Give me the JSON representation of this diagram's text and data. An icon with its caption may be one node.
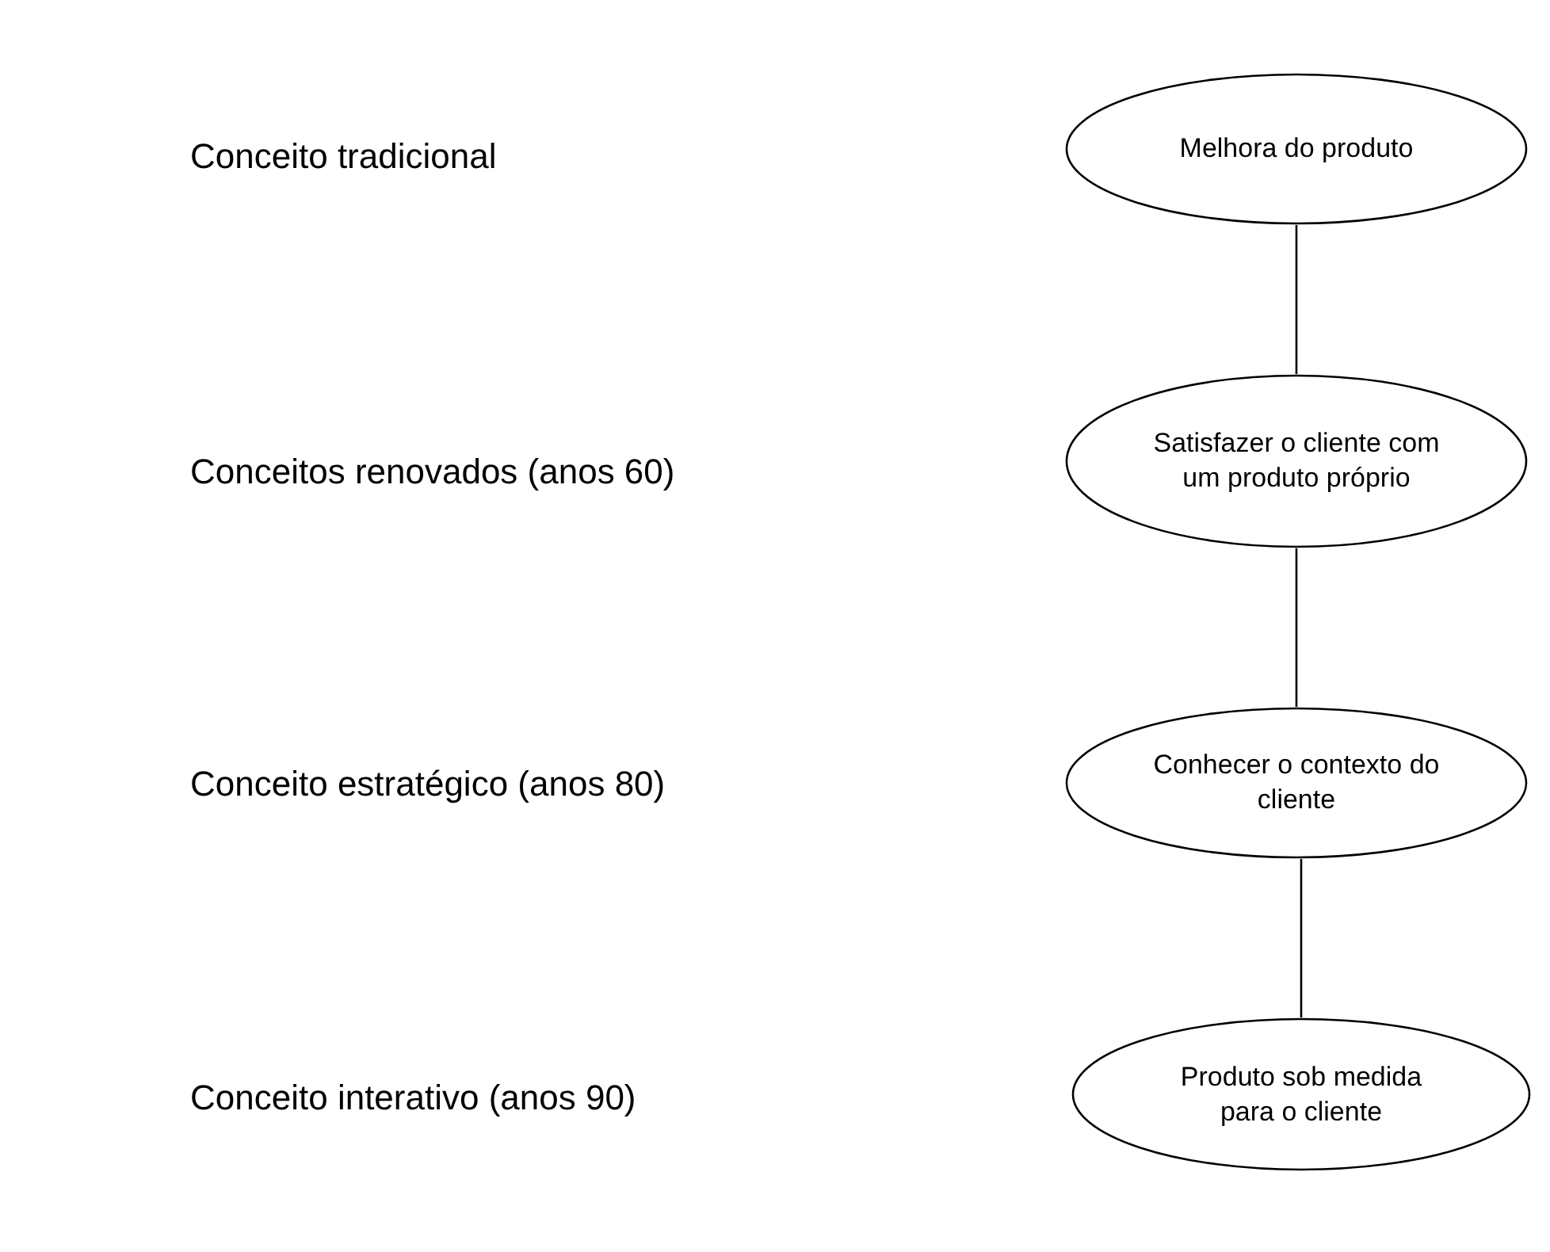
{
  "diagram": {
    "nodes": [
      {
        "text": [
          "Melhora do produto"
        ]
      },
      {
        "text": [
          "Satisfazer o cliente com um produto próprio"
        ]
      },
      {
        "text": [
          "Conhecer o contexto do cliente"
        ]
      },
      {
        "text": [
          "Produto sob medida para o cliente"
        ]
      }
    ],
    "edges": [
      {
        "from": 0,
        "to": 1,
        "arrow": "none"
      },
      {
        "from": 1,
        "to": 2,
        "arrow": "none"
      },
      {
        "from": 2,
        "to": 3,
        "arrow": "none"
      }
    ],
    "labels": [
      "Conceito tradicional",
      "Conceitos renovados (anos 60)",
      "Conceito estratégico (anos 80)",
      "Conceito interativo (anos 90)"
    ]
  }
}
